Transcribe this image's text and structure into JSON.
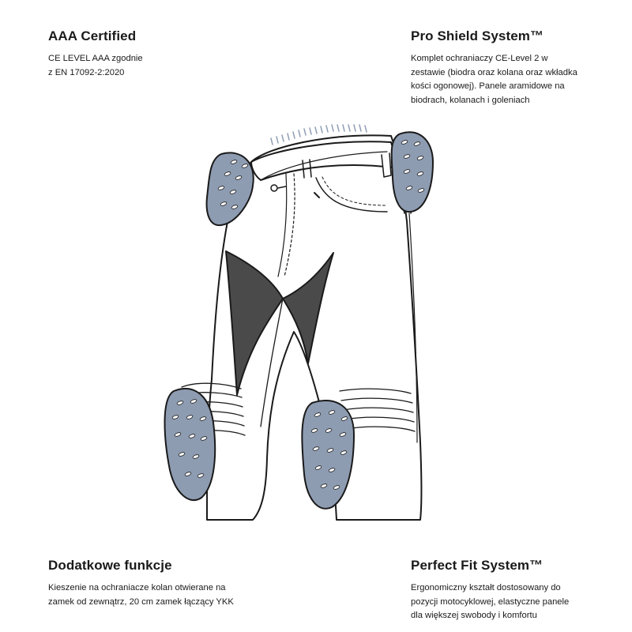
{
  "features": {
    "top_left": {
      "title": "AAA Certified",
      "lines": [
        "CE LEVEL AAA zgodnie",
        "z EN 17092-2:2020"
      ]
    },
    "top_right": {
      "title": "Pro Shield System™",
      "lines": [
        "Komplet ochraniaczy CE-Level 2 w",
        "zestawie (biodra oraz kolana oraz wkładka",
        "kości ogonowej). Panele aramidowe na",
        "biodrach, kolanach i goleniach"
      ]
    },
    "bottom_left": {
      "title": "Dodatkowe funkcje",
      "lines": [
        "Kieszenie na ochraniacze kolan otwierane na",
        "zamek od zewnątrz, 20 cm zamek łączący YKK"
      ]
    },
    "bottom_right": {
      "title": "Perfect Fit System™",
      "lines": [
        "Ergonomiczny kształt dostosowany do",
        "pozycji motocyklowej, elastyczne panele",
        "dla większej swobody i komfortu"
      ]
    }
  },
  "colors": {
    "outline": "#1a1a1a",
    "protector": "#8e9cb2",
    "dark_panel": "#4a4a4a",
    "fabric": "#ffffff"
  }
}
